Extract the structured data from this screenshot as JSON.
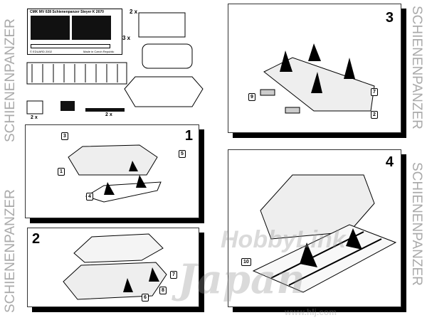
{
  "side_label": "SCHIENENPANZER",
  "fret": {
    "title": "CMK MV 028  Schienenpanzer Steyer K 2670",
    "copyright": "© EDUARD 2002",
    "made_in": "Made in Czech Republic"
  },
  "parts_legend": {
    "qty_2x": "2 x",
    "qty_3x": "3 x",
    "qty_2x_b": "2 x",
    "qty_2x_c": "2 x"
  },
  "steps": [
    "1",
    "2",
    "3",
    "4"
  ],
  "part_numbers": [
    "1",
    "2",
    "3",
    "4",
    "5",
    "6",
    "7",
    "8",
    "9",
    "10"
  ],
  "watermark": {
    "brand": "HobbyLink",
    "brand2": "Japan",
    "url": "www.hlj.com"
  }
}
